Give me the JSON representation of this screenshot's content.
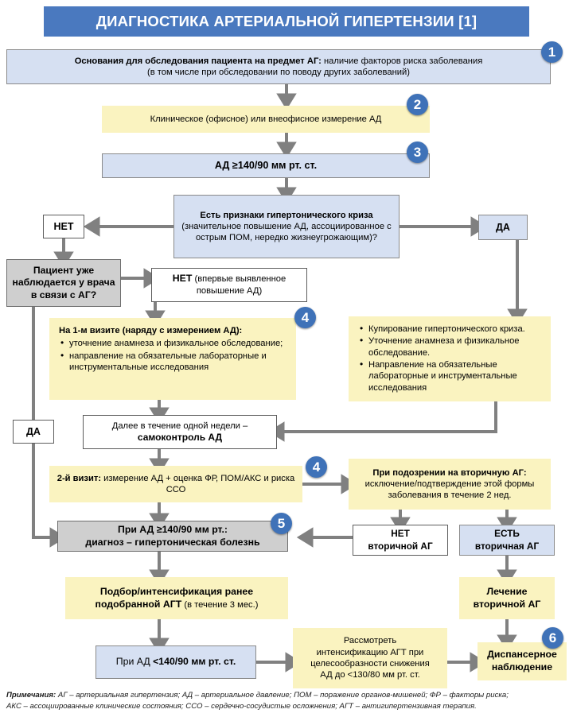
{
  "header": {
    "title": "ДИАГНОСТИКА АРТЕРИАЛЬНОЙ ГИПЕРТЕНЗИИ [1]",
    "accent_color": "#4a79bf"
  },
  "palette": {
    "blue_fill": "#d6e0f2",
    "yellow_fill": "#faf3c0",
    "gray_fill": "#cfcfcf",
    "white_fill": "#ffffff",
    "badge": "#3f72b8",
    "edge": "#808080"
  },
  "badges": [
    {
      "label": "1"
    },
    {
      "label": "2"
    },
    {
      "label": "3"
    },
    {
      "label": "4"
    },
    {
      "label": "4"
    },
    {
      "label": "5"
    },
    {
      "label": "6"
    }
  ],
  "nodes": {
    "indications": {
      "strong": "Основания для обследования пациента на предмет АГ:",
      "rest": " наличие факторов риска заболевания",
      "line2": "(в том числе при обследовании по поводу других заболеваний)"
    },
    "measurement": {
      "text": "Клиническое (офисное) или внеофисное измерение АД"
    },
    "threshold": {
      "text": "АД ≥140/90 мм рт. ст."
    },
    "crisis_question": {
      "strong": "Есть признаки гипертонического криза",
      "rest": " (значительное повышение АД, ассоциированное с острым ПОМ, нередко жизнеугрожающим)?"
    },
    "crisis_no": {
      "text": "НЕТ"
    },
    "crisis_yes": {
      "text": "ДА"
    },
    "followup_question": {
      "line1": "Пациент уже",
      "line2": "наблюдается у врача",
      "line3": "в связи с АГ?"
    },
    "followup_no": {
      "strong": "НЕТ",
      "rest": " (впервые выявленное повышение АД)"
    },
    "followup_yes": {
      "text": "ДА"
    },
    "first_visit": {
      "header": "На 1-м визите (наряду с измерением АД):",
      "items": [
        "уточнение анамнеза и физикальное обследование;",
        "направление на обязательные лабораторные и инструментальные исследования"
      ]
    },
    "crisis_actions": {
      "items": [
        "Купирование гипертонического криза.",
        "Уточнение анамнеза и физикальное обследование.",
        "Направление на обязательные лабораторные и инструментальные исследования"
      ]
    },
    "self_monitoring": {
      "line1": "Далее в течение одной недели –",
      "line2": "самоконтроль АД"
    },
    "second_visit": {
      "strong": "2-й визит:",
      "rest": " измерение АД + оценка ФР, ПОМ/АКС и риска ССО"
    },
    "secondary_suspicion": {
      "strong": "При подозрении на вторичную АГ:",
      "rest": " исключение/подтверждение этой формы заболевания в течение 2 нед."
    },
    "secondary_no": {
      "line1": "НЕТ",
      "line2": "вторичной АГ"
    },
    "secondary_yes": {
      "line1": "ЕСТЬ",
      "line2": "вторичная АГ"
    },
    "diagnosis": {
      "line1": "При АД ≥140/90 мм рт.:",
      "line2": "диагноз – гипертоническая болезнь"
    },
    "therapy_selection": {
      "strong_line1": "Подбор/интенсификация ранее",
      "strong_line2": "подобранной АГТ",
      "rest": " (в течение 3 мес.)"
    },
    "secondary_treatment": {
      "line1": "Лечение",
      "line2": "вторичной АГ"
    },
    "bp_below": {
      "normal": "При АД ",
      "strong": "<140/90 мм рт. ст."
    },
    "consider_intensification": {
      "line1": "Рассмотреть",
      "line2": "интенсификацию АГТ при",
      "line3": "целесообразности снижения",
      "line4": "АД до <130/80 мм рт. ст."
    },
    "dispensary": {
      "line1": "Диспансерное",
      "line2": "наблюдение"
    }
  },
  "footnote": {
    "lead": "Примечания:",
    "line1": " АГ – артериальная гипертензия; АД – артериальное давление; ПОМ – поражение органов-мишеней; ФР – факторы риска;",
    "line2": "АКС – ассоциированные клинические состояния; ССО – сердечно-сосудистые осложнения; АГТ – антигипертензивная терапия."
  }
}
